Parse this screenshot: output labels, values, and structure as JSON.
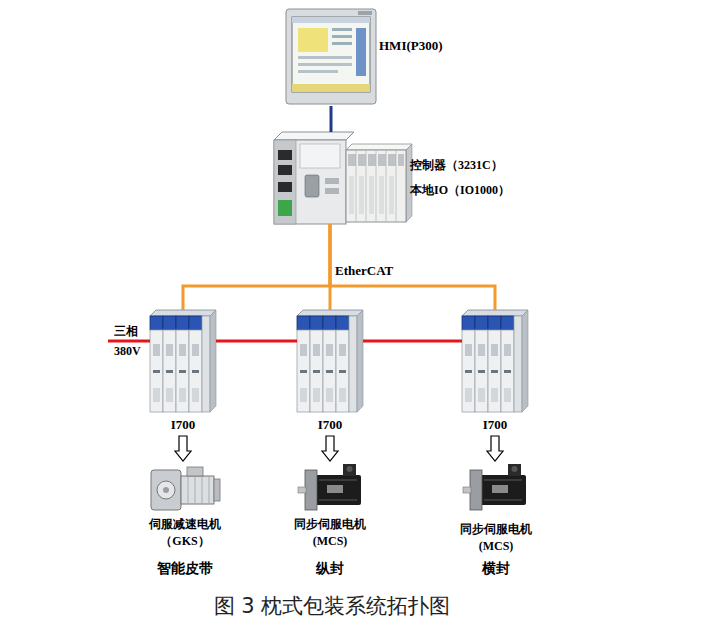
{
  "diagram": {
    "caption": "图 3 枕式包装系统拓扑图",
    "nodes": [
      {
        "text": [
          "HMI(P300)"
        ]
      },
      {
        "text": [
          "控制器（3231C）",
          "本地IO（IO1000）"
        ]
      },
      {
        "text": [
          "I700"
        ]
      },
      {
        "text": [
          "I700"
        ]
      },
      {
        "text": [
          "I700"
        ]
      },
      {
        "text": [
          "伺服减速电机",
          "（GKS）",
          "智能皮带"
        ]
      },
      {
        "text": [
          "同步伺服电机",
          "(MCS)",
          "纵封"
        ]
      },
      {
        "text": [
          "同步伺服电机",
          "(MCS)",
          "横封"
        ]
      }
    ],
    "edges": [
      {
        "from": 0,
        "to": 1,
        "arrow": "none"
      },
      {
        "from": 1,
        "to": 2,
        "arrow": "none"
      },
      {
        "from": 1,
        "to": 3,
        "label": "EtherCAT",
        "arrow": "none"
      },
      {
        "from": 1,
        "to": 4,
        "arrow": "none"
      },
      {
        "from": 2,
        "to": 3,
        "arrow": "none"
      },
      {
        "from": 3,
        "to": 4,
        "arrow": "none"
      },
      {
        "from": 2,
        "to": 5,
        "arrow": "to"
      },
      {
        "from": 3,
        "to": 6,
        "arrow": "to"
      },
      {
        "from": 4,
        "to": 7,
        "arrow": "to"
      }
    ],
    "labels": [
      "三相 380V"
    ]
  }
}
